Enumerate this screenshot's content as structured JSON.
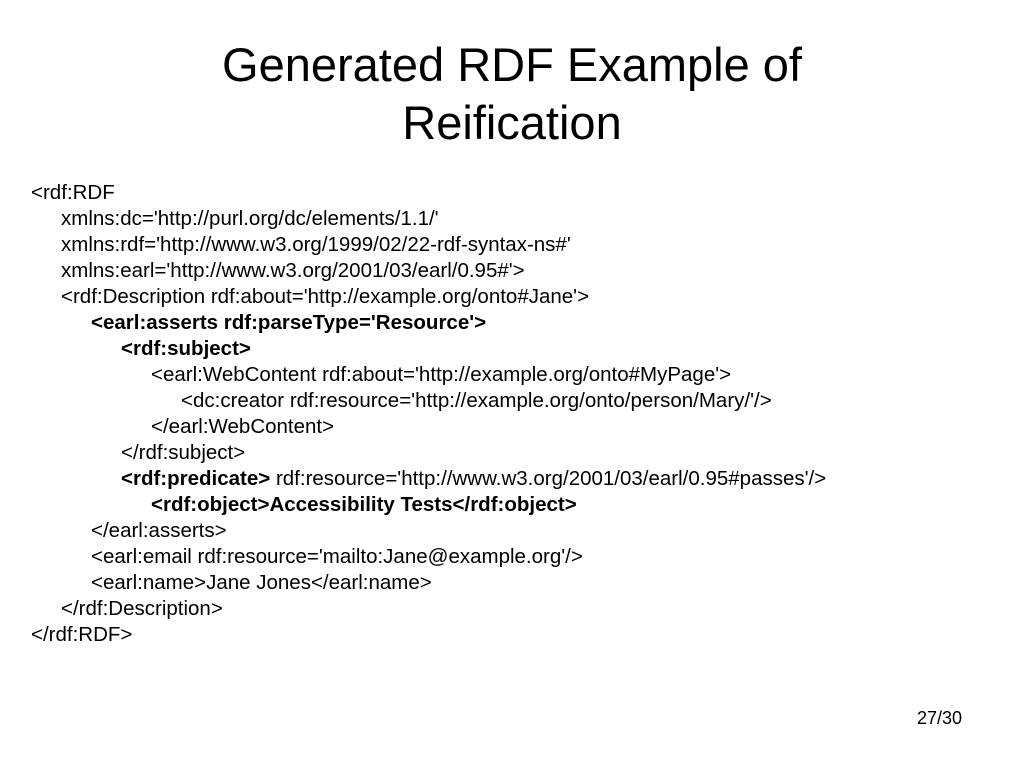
{
  "title": {
    "line1": "Generated RDF Example of",
    "line2": "Reification"
  },
  "code": [
    {
      "indent": 0,
      "parts": [
        {
          "text": "<rdf:RDF",
          "bold": false
        }
      ]
    },
    {
      "indent": 1,
      "parts": [
        {
          "text": "xmlns:dc='http://purl.org/dc/elements/1.1/'",
          "bold": false
        }
      ]
    },
    {
      "indent": 1,
      "parts": [
        {
          "text": "xmlns:rdf='http://www.w3.org/1999/02/22-rdf-syntax-ns#'",
          "bold": false
        }
      ]
    },
    {
      "indent": 1,
      "parts": [
        {
          "text": "xmlns:earl='http://www.w3.org/2001/03/earl/0.95#'>",
          "bold": false
        }
      ]
    },
    {
      "indent": 1,
      "parts": [
        {
          "text": "<rdf:Description rdf:about='http://example.org/onto#Jane'>",
          "bold": false
        }
      ]
    },
    {
      "indent": 2,
      "parts": [
        {
          "text": "<earl:asserts rdf:parseType='Resource'>",
          "bold": true
        }
      ]
    },
    {
      "indent": 3,
      "parts": [
        {
          "text": "<rdf:subject>",
          "bold": true
        }
      ]
    },
    {
      "indent": 4,
      "parts": [
        {
          "text": "<earl:WebContent rdf:about='http://example.org/onto#MyPage'>",
          "bold": false
        }
      ]
    },
    {
      "indent": 5,
      "parts": [
        {
          "text": "<dc:creator rdf:resource='http://example.org/onto/person/Mary/'/>",
          "bold": false
        }
      ]
    },
    {
      "indent": 4,
      "parts": [
        {
          "text": "</earl:WebContent>",
          "bold": false
        }
      ]
    },
    {
      "indent": 3,
      "parts": [
        {
          "text": "</rdf:subject>",
          "bold": false
        }
      ]
    },
    {
      "indent": 3,
      "parts": [
        {
          "text": "<rdf:predicate>",
          "bold": true
        },
        {
          "text": " rdf:resource='http://www.w3.org/2001/03/earl/0.95#passes'/>",
          "bold": false
        }
      ]
    },
    {
      "indent": 4,
      "parts": [
        {
          "text": "<rdf:object>Accessibility Tests</rdf:object>",
          "bold": true
        }
      ]
    },
    {
      "indent": 2,
      "parts": [
        {
          "text": "</earl:asserts>",
          "bold": false
        }
      ]
    },
    {
      "indent": 2,
      "parts": [
        {
          "text": "<earl:email rdf:resource='mailto:Jane@example.org'/>",
          "bold": false
        }
      ]
    },
    {
      "indent": 2,
      "parts": [
        {
          "text": "<earl:name>Jane Jones</earl:name>",
          "bold": false
        }
      ]
    },
    {
      "indent": 1,
      "parts": [
        {
          "text": "</rdf:Description>",
          "bold": false
        }
      ]
    },
    {
      "indent": 0,
      "parts": [
        {
          "text": "</rdf:RDF>",
          "bold": false
        }
      ]
    }
  ],
  "page_number": "27/30"
}
